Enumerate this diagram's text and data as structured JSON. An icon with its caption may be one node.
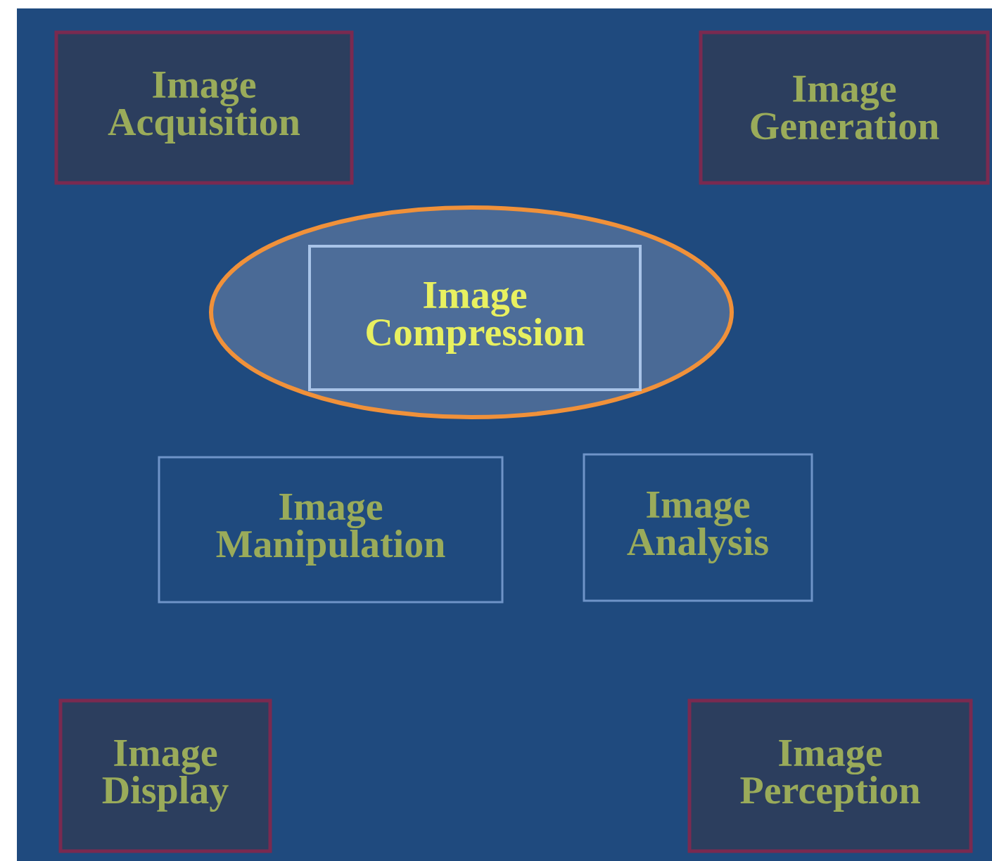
{
  "diagram": {
    "nodes": [
      {
        "text": [
          "Image Acquisition"
        ]
      },
      {
        "text": [
          "Image Generation"
        ]
      },
      {
        "text": [],
        "shape": "ellipse"
      },
      {
        "text": [
          "Image Compression"
        ],
        "in": 2
      },
      {
        "text": [
          "Image Manipulation"
        ]
      },
      {
        "text": [
          "Image Analysis"
        ]
      },
      {
        "text": [
          "Image Display"
        ]
      },
      {
        "text": [
          "Image Perception"
        ]
      }
    ]
  }
}
